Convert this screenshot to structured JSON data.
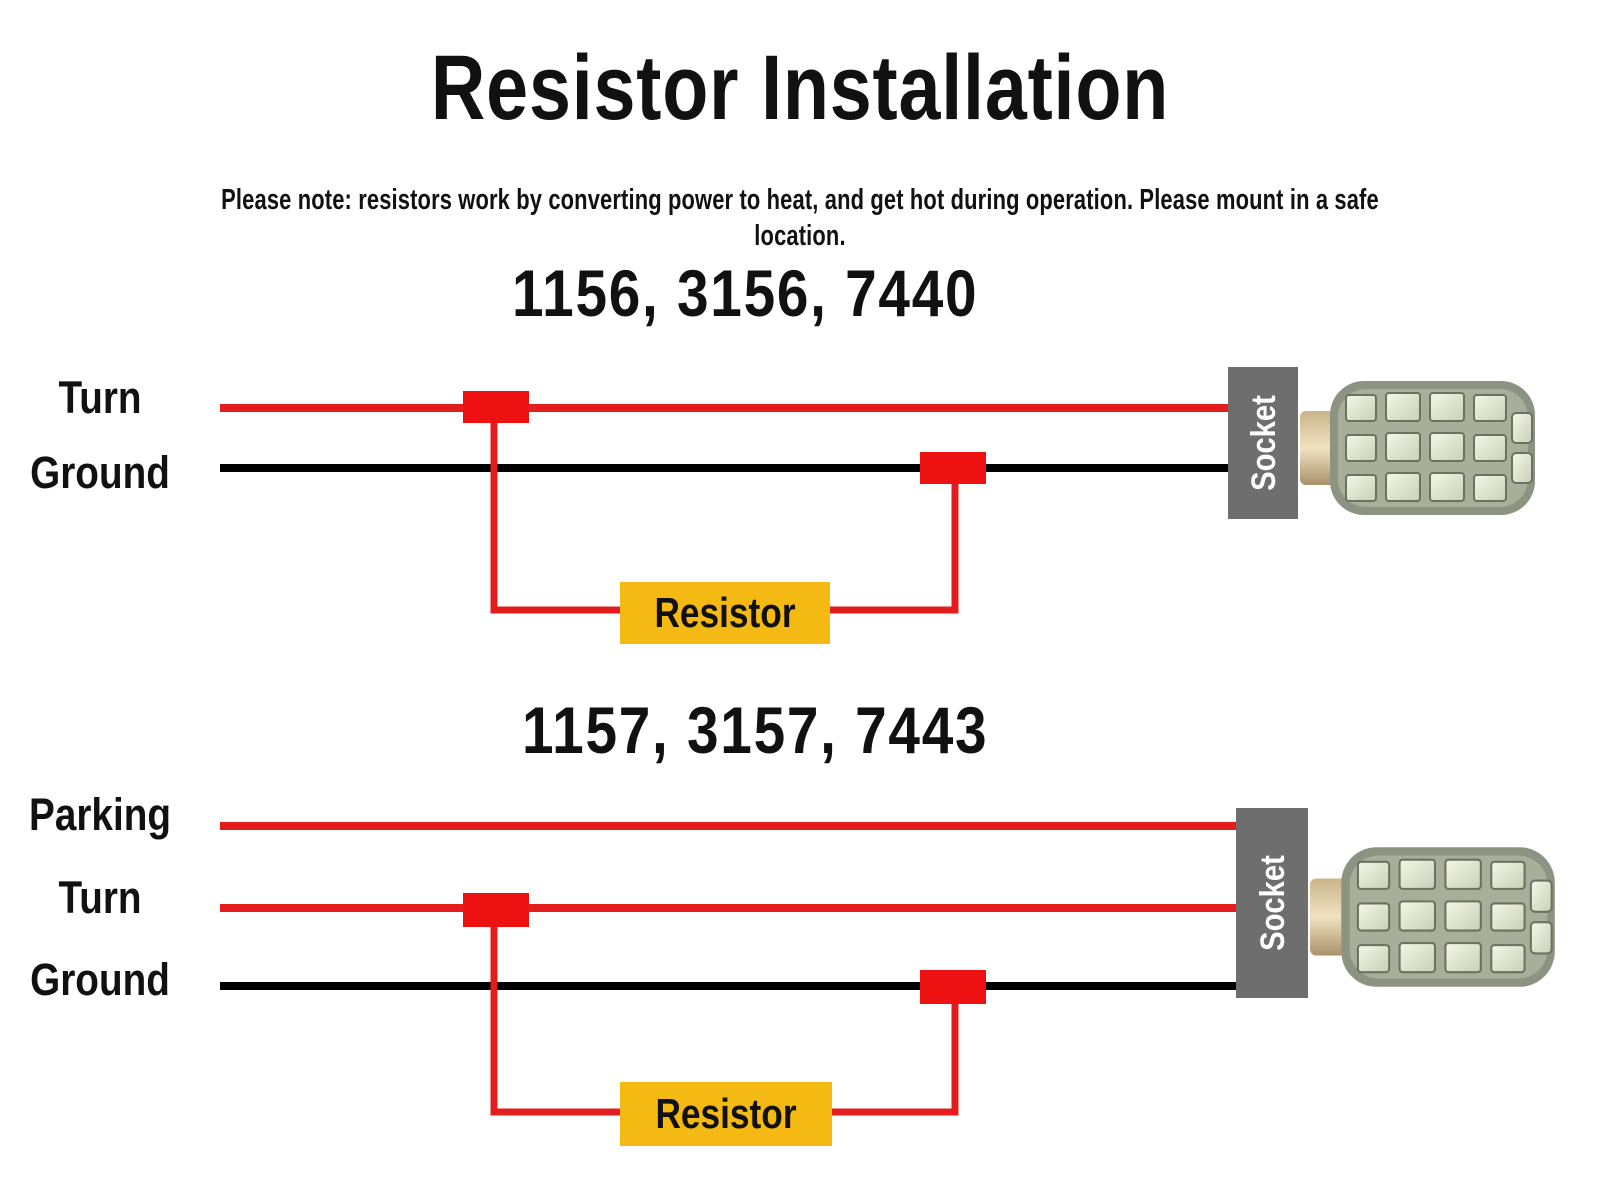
{
  "title": "Resistor Installation",
  "note": "Please note: resistors work by converting power to heat, and get hot during operation. Please mount in a safe location.",
  "diagrams": [
    {
      "heading": "1156, 3156, 7440",
      "wires": [
        {
          "label": "Turn",
          "color": "#e31d1d"
        },
        {
          "label": "Ground",
          "color": "#000000"
        }
      ],
      "resistor_label": "Resistor",
      "socket_label": "Socket"
    },
    {
      "heading": "1157, 3157, 7443",
      "wires": [
        {
          "label": "Parking",
          "color": "#e31d1d"
        },
        {
          "label": "Turn",
          "color": "#e31d1d"
        },
        {
          "label": "Ground",
          "color": "#000000"
        }
      ],
      "resistor_label": "Resistor",
      "socket_label": "Socket"
    }
  ],
  "colors": {
    "wire_power": "#e31d1d",
    "wire_ground": "#000000",
    "tap_connector": "#ee1111",
    "resistor_fill": "#f5b914",
    "socket_fill": "#6e6e6e",
    "socket_text": "#ffffff"
  },
  "icons": {
    "bulb": "led-bulb-icon"
  }
}
